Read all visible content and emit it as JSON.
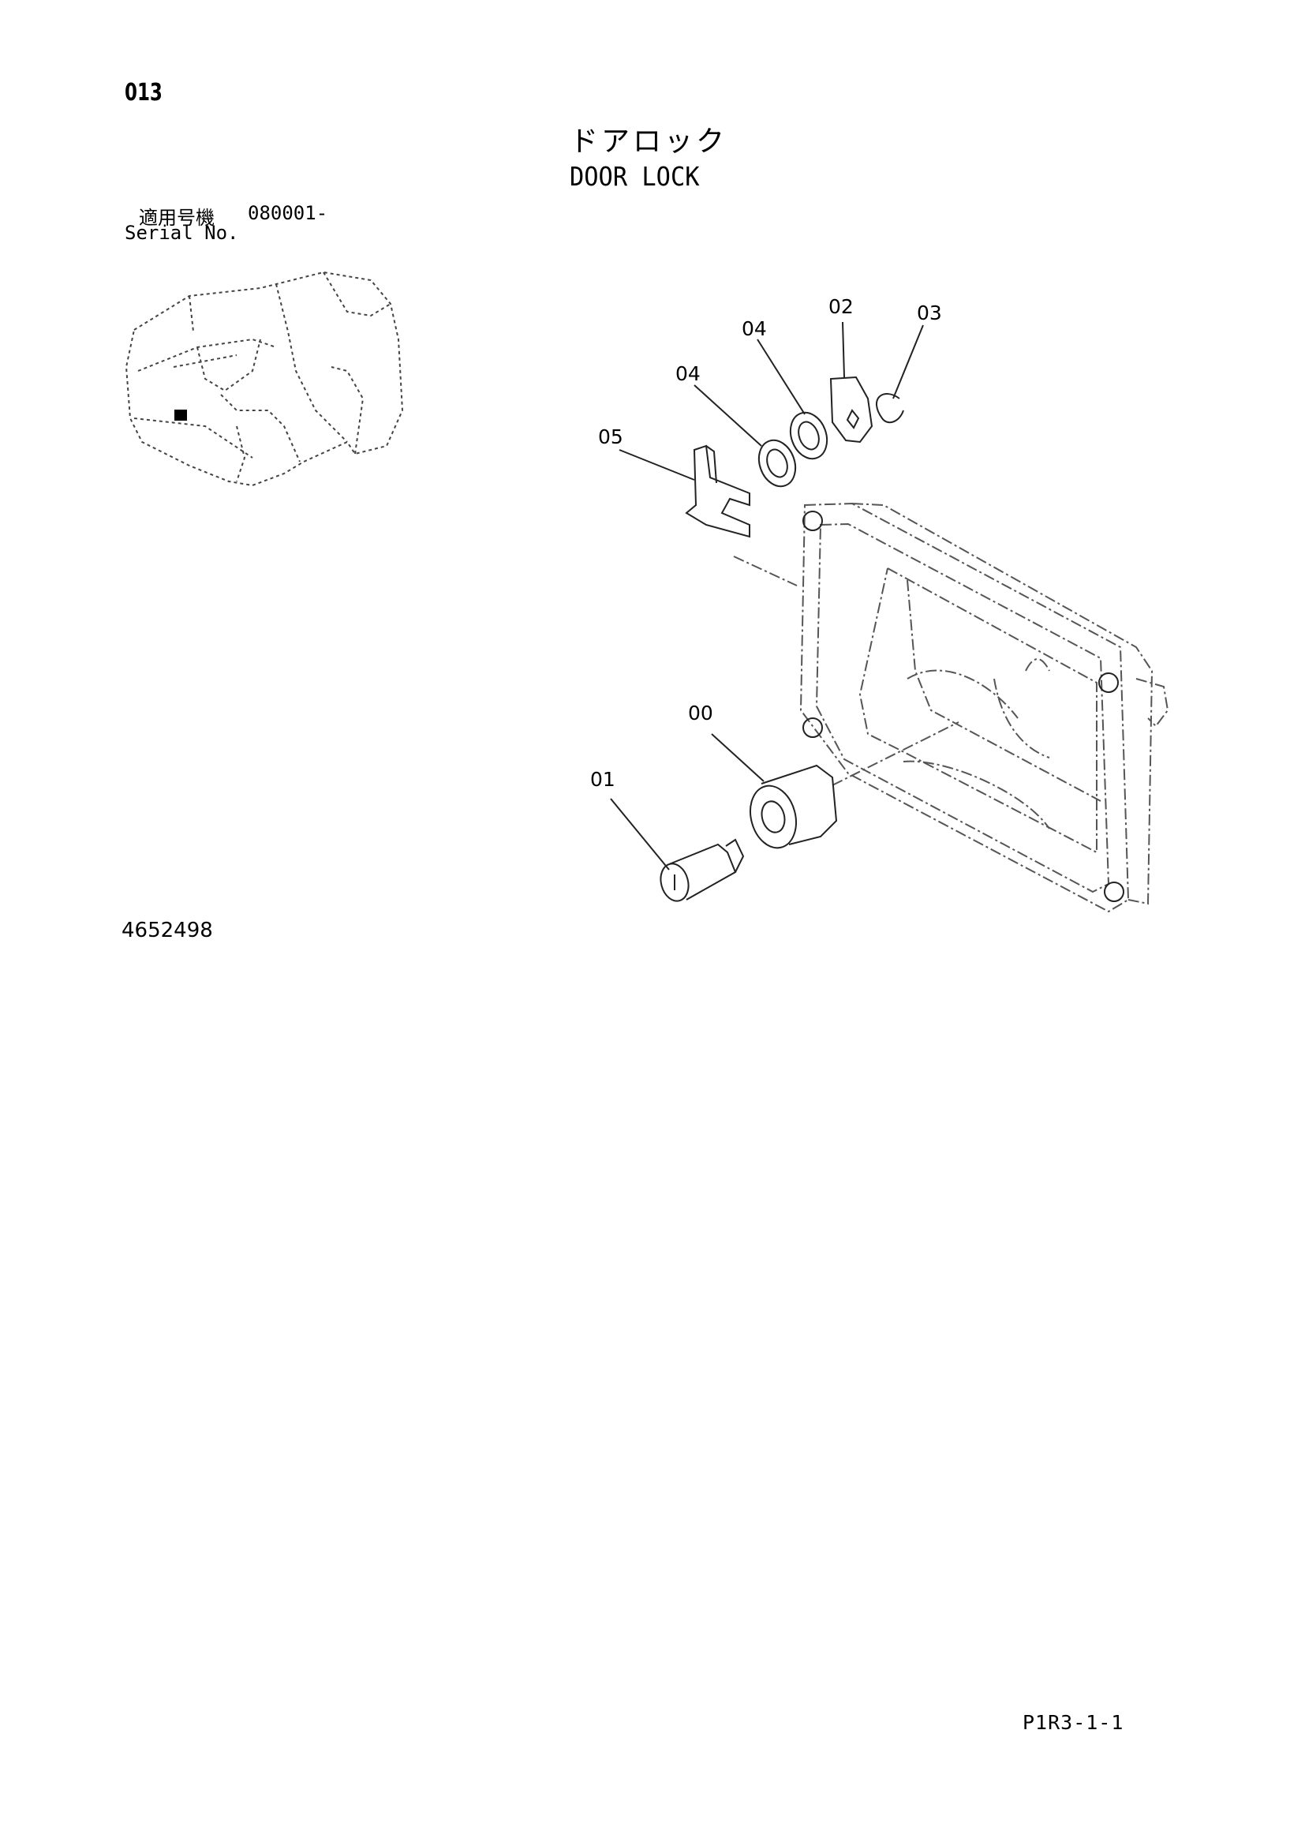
{
  "header": {
    "page_number": "013",
    "title_jp": "ドアロック",
    "title_en": "DOOR LOCK"
  },
  "applicability": {
    "label_jp": "適用号機",
    "serial_range": "080001-",
    "label_en": "Serial No."
  },
  "diagram": {
    "drawing_number": "4652498",
    "callouts": [
      "00",
      "01",
      "02",
      "03",
      "04",
      "04",
      "05"
    ]
  },
  "footer": {
    "code": "P1R3-1-1"
  }
}
